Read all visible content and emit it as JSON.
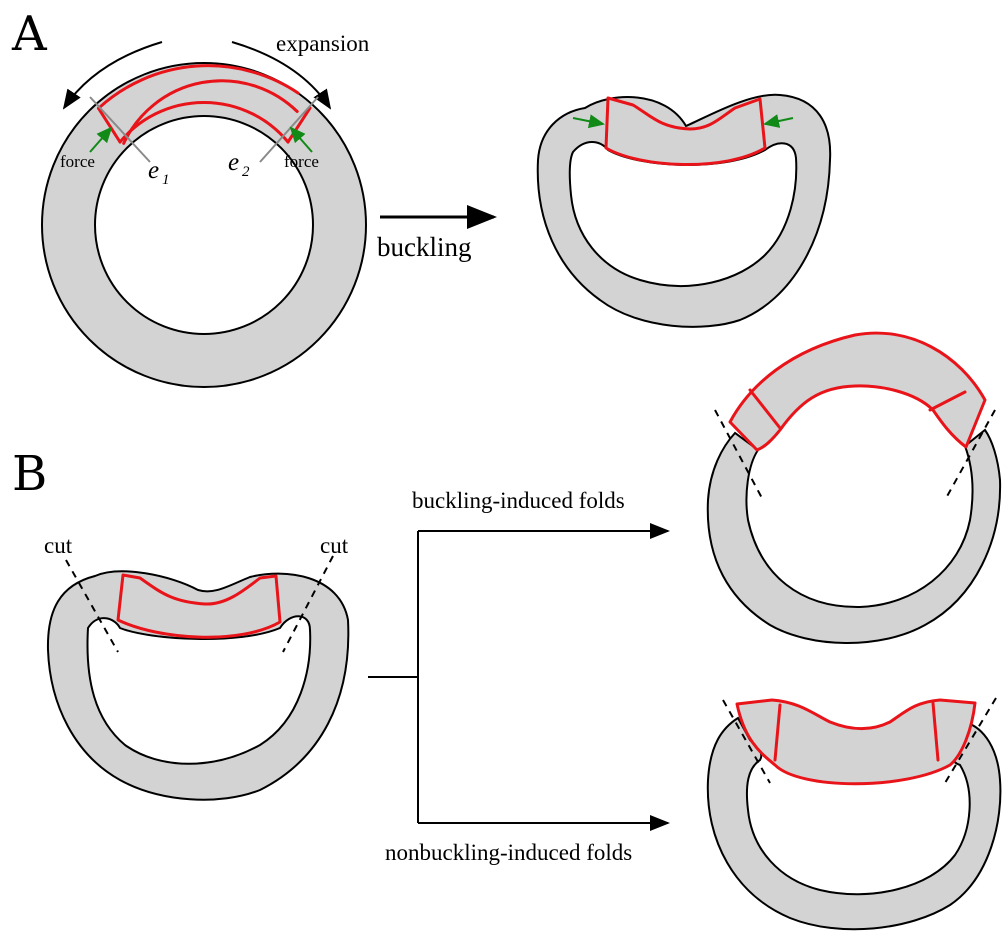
{
  "colors": {
    "tissue": "#d3d3d3",
    "red": "#e8141a",
    "green": "#118a18",
    "line": "#000000"
  },
  "panels": {
    "a": {
      "letter": "A",
      "expansion": "expansion",
      "force_left": "force",
      "force_right": "force",
      "e1": "e",
      "e1_sub": "1",
      "e2": "e",
      "e2_sub": "2",
      "buckling": "buckling"
    },
    "b": {
      "letter": "B",
      "cut_left": "cut",
      "cut_right": "cut",
      "upper_branch": "buckling-induced folds",
      "lower_branch": "nonbuckling-induced folds"
    }
  }
}
